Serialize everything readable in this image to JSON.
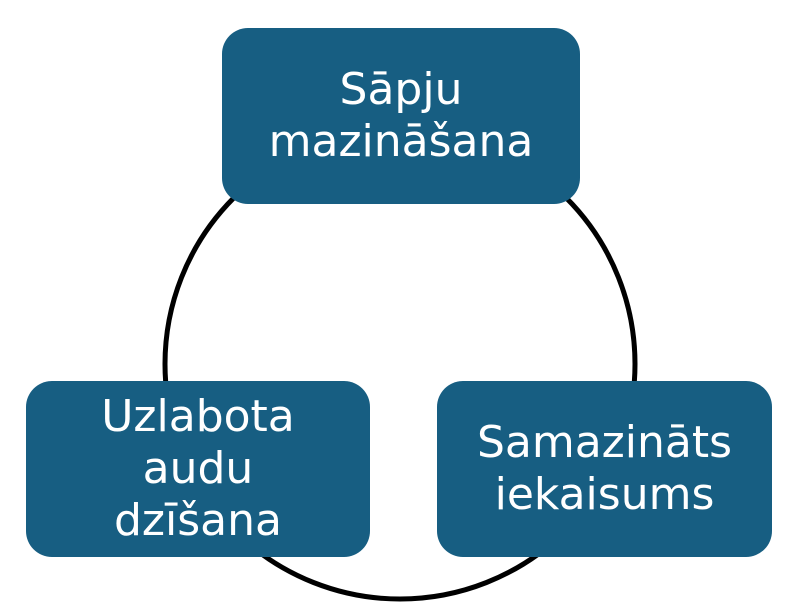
{
  "diagram": {
    "colors": {
      "box_fill": "#175e82",
      "box_text": "#ffffff",
      "cycle_line": "#000000",
      "background": "#ffffff"
    },
    "nodes": [
      {
        "id": "top",
        "label_lines": [
          "Sāpju",
          "mazināšana"
        ]
      },
      {
        "id": "right",
        "label_lines": [
          "Samazināts",
          "iekaisums"
        ]
      },
      {
        "id": "left",
        "label_lines": [
          "Uzlabota",
          "audu",
          "dzīšana"
        ]
      }
    ]
  }
}
